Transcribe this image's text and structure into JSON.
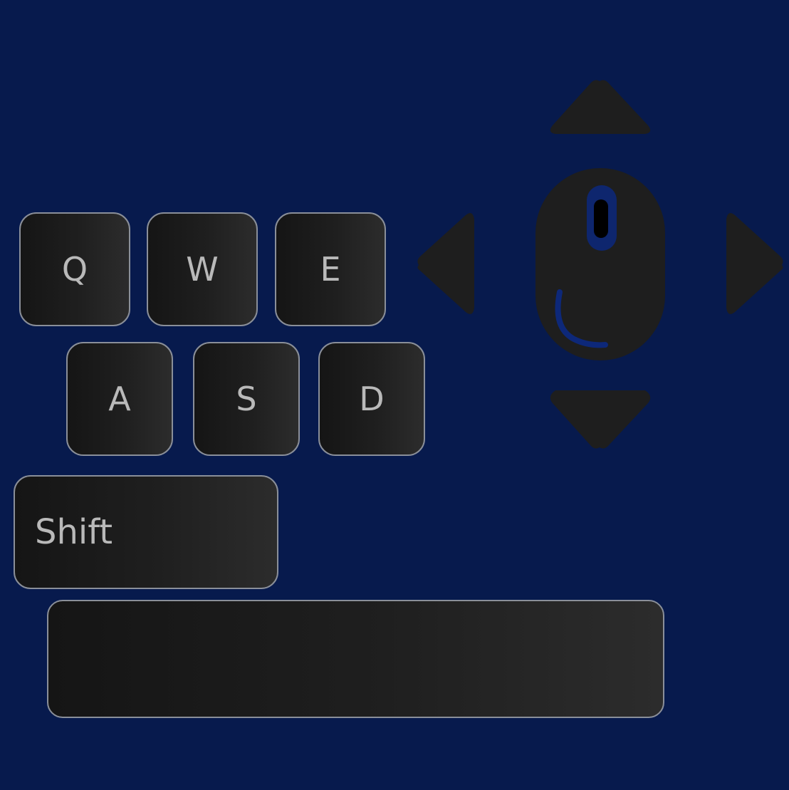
{
  "controls": {
    "keys": {
      "q": "Q",
      "w": "W",
      "e": "E",
      "a": "A",
      "s": "S",
      "d": "D",
      "shift": "Shift",
      "space": ""
    },
    "mouse": {
      "icon": "mouse-icon",
      "arrows": [
        "arrow-up-icon",
        "arrow-left-icon",
        "arrow-right-icon",
        "arrow-down-icon"
      ]
    }
  },
  "colors": {
    "background": "#071a4d",
    "key_fill": "#1e1e1e",
    "key_border": "#8a8f99",
    "key_text": "#b9b9b9",
    "icon_fill": "#1e1e1e"
  }
}
